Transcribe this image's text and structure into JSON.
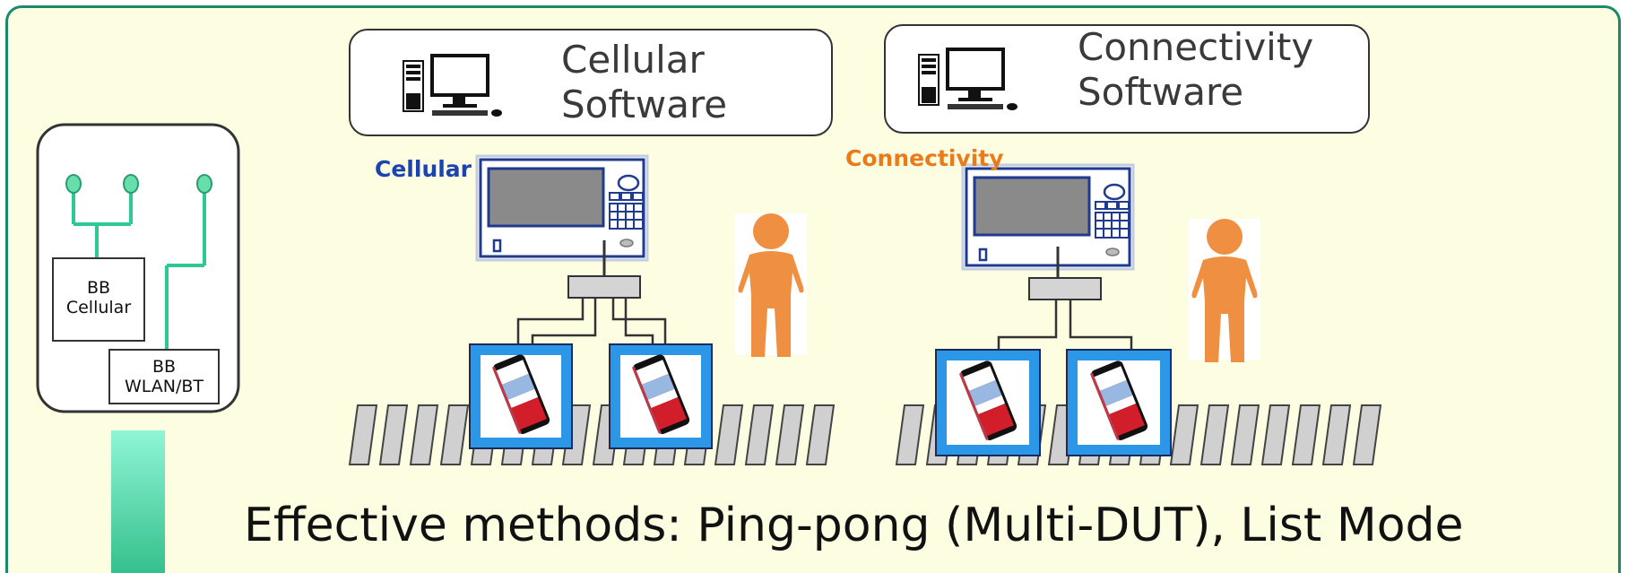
{
  "device": {
    "bb_cellular": [
      "BB",
      "Cellular"
    ],
    "bb_wlan": [
      "BB",
      "WLAN/BT"
    ]
  },
  "cellular": {
    "software_label": [
      "Cellular",
      "Software"
    ],
    "tester_label": "Cellular"
  },
  "connectivity": {
    "software_label": [
      "Connectivity",
      "Software"
    ],
    "tester_label": "Connectivity"
  },
  "footer": {
    "text": "Effective methods: Ping-pong (Multi-DUT), List Mode"
  },
  "colors": {
    "border": "#1a8a6a",
    "background": "#fdfde2",
    "trace": "#2cc996",
    "cellular_blue": "#1a45b0",
    "connectivity_orange": "#ea7b1b",
    "person": "#ef8f42",
    "dut_frame": "#2b97e6",
    "tester_navy": "#1f3a8e"
  },
  "icons": [
    "computer-icon",
    "person-icon",
    "phone-icon",
    "test-instrument-icon",
    "switch-box-icon",
    "conveyor-icon"
  ]
}
